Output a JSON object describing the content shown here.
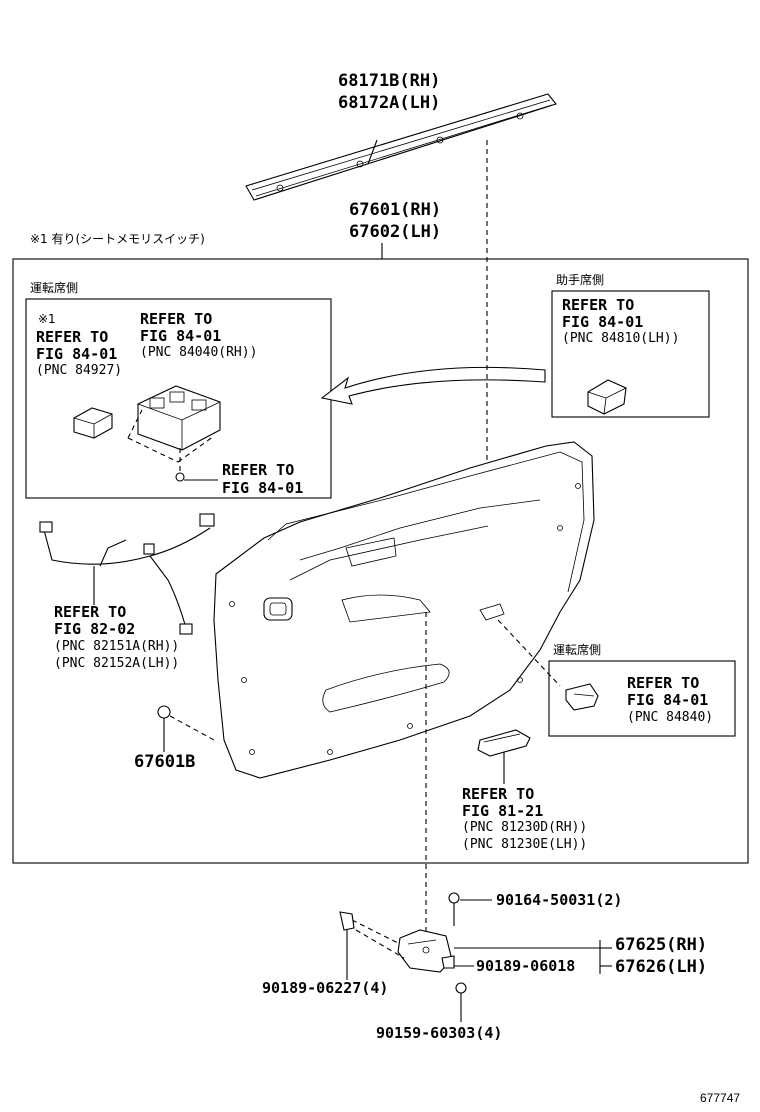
{
  "labels": {
    "moulding_rh": "68171B(RH)",
    "moulding_lh": "68172A(LH)",
    "board_rh": "67601(RH)",
    "board_lh": "67602(LH)",
    "note_with": "※1 有り(シートメモリスイッチ)",
    "driver_side_top": "運転席側",
    "note_mark": "※1",
    "ref_a1": "REFER TO",
    "ref_a2": "FIG 84-01",
    "ref_a3": "(PNC 84927)",
    "ref_b1": "REFER TO",
    "ref_b2": "FIG 84-01",
    "ref_b3": "(PNC 84040(RH))",
    "ref_c1": "REFER TO",
    "ref_c2": "FIG 84-01",
    "passenger_side": "助手席側",
    "ref_d1": "REFER TO",
    "ref_d2": "FIG 84-01",
    "ref_d3": "(PNC 84810(LH))",
    "ref_e1": "REFER TO",
    "ref_e2": "FIG 82-02",
    "ref_e3": "(PNC 82151A(RH))",
    "ref_e4": "(PNC 82152A(LH))",
    "driver_side_right": "運転席側",
    "ref_f1": "REFER TO",
    "ref_f2": "FIG 84-01",
    "ref_f3": "(PNC 84840)",
    "clip_67601b": "67601B",
    "ref_g1": "REFER TO",
    "ref_g2": "FIG 81-21",
    "ref_g3": "(PNC 81230D(RH))",
    "ref_g4": "(PNC 81230E(LH))",
    "bolt_90164": "90164-50031(2)",
    "bracket_rh": "67625(RH)",
    "bracket_lh": "67626(LH)",
    "clip_90189_06018": "90189-06018",
    "clip_90189_06227": "90189-06227(4)",
    "screw_90159": "90159-60303(4)",
    "figure_id": "677747"
  }
}
